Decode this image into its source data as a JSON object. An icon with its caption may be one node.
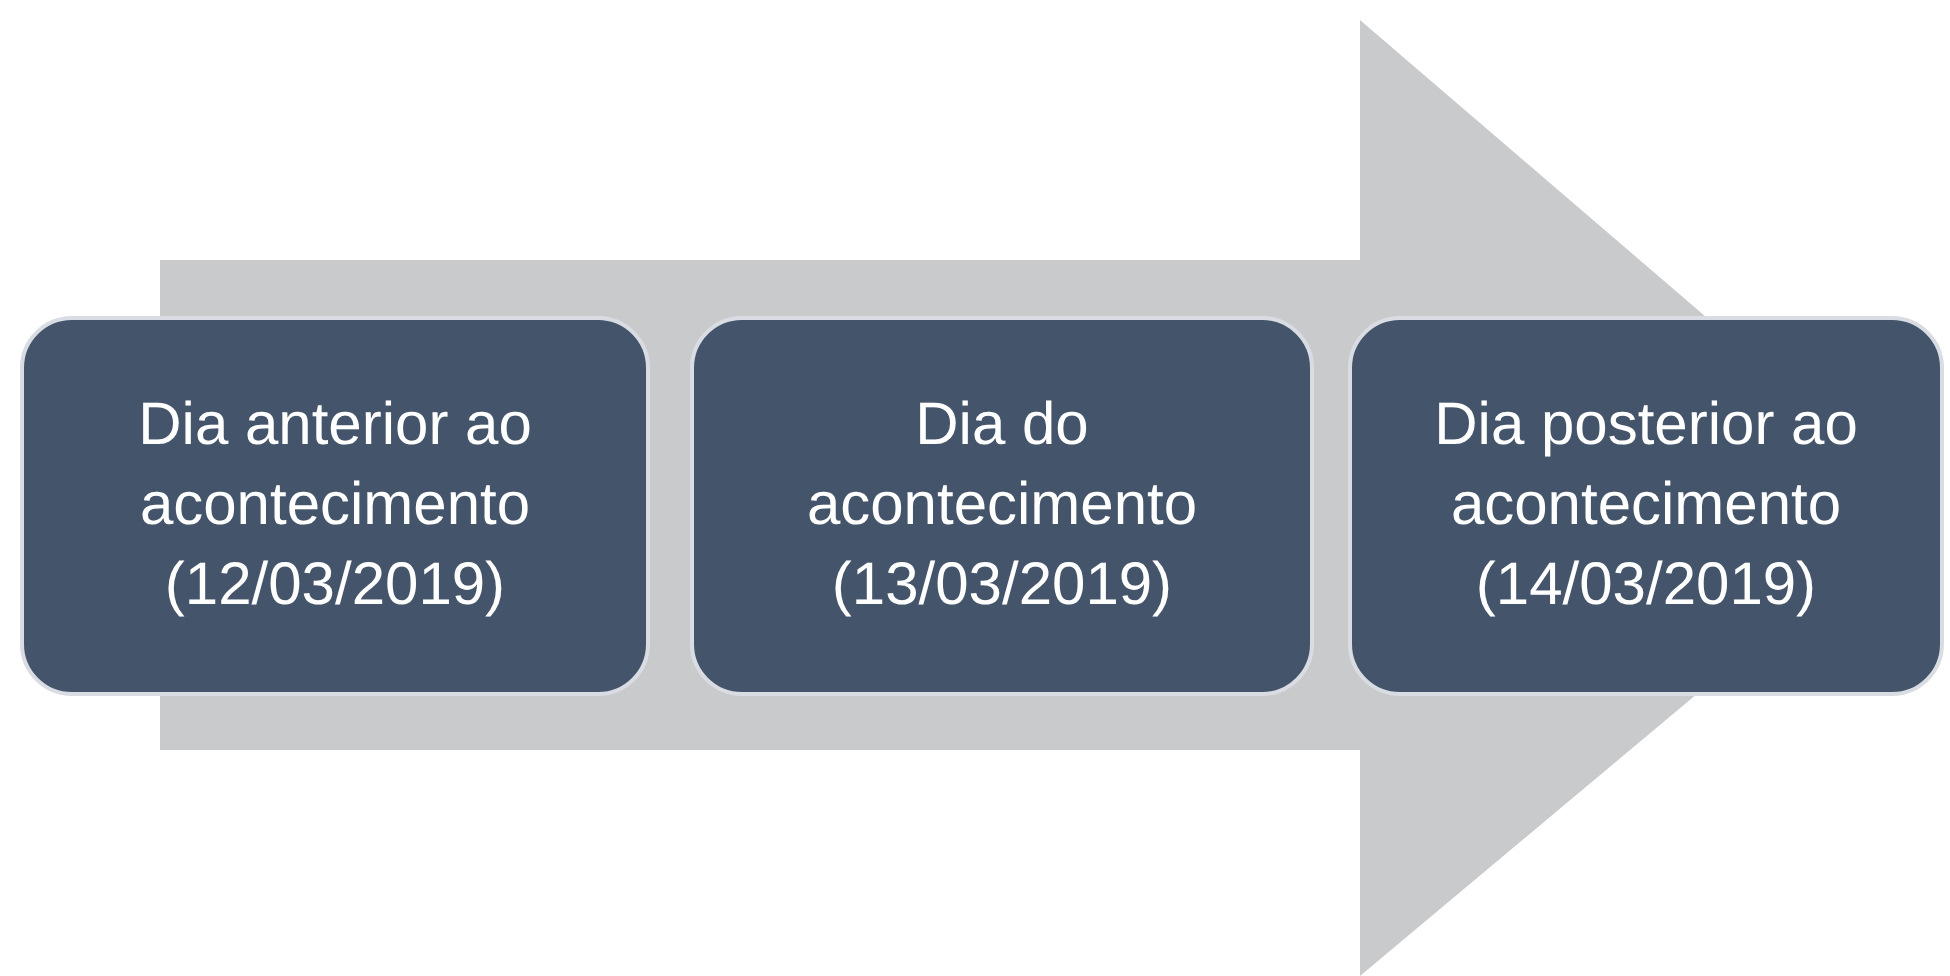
{
  "diagram": {
    "nodes": [
      {
        "text": [
          "Dia anterior ao acontecimento",
          "(12/03/2019)"
        ]
      },
      {
        "text": [
          "Dia do acontecimento",
          "(13/03/2019)"
        ]
      },
      {
        "text": [
          "Dia posterior ao acontecimento",
          "(14/03/2019)"
        ]
      }
    ],
    "edges": [
      {
        "from": 0,
        "to": 2,
        "arrow": "to"
      }
    ]
  }
}
